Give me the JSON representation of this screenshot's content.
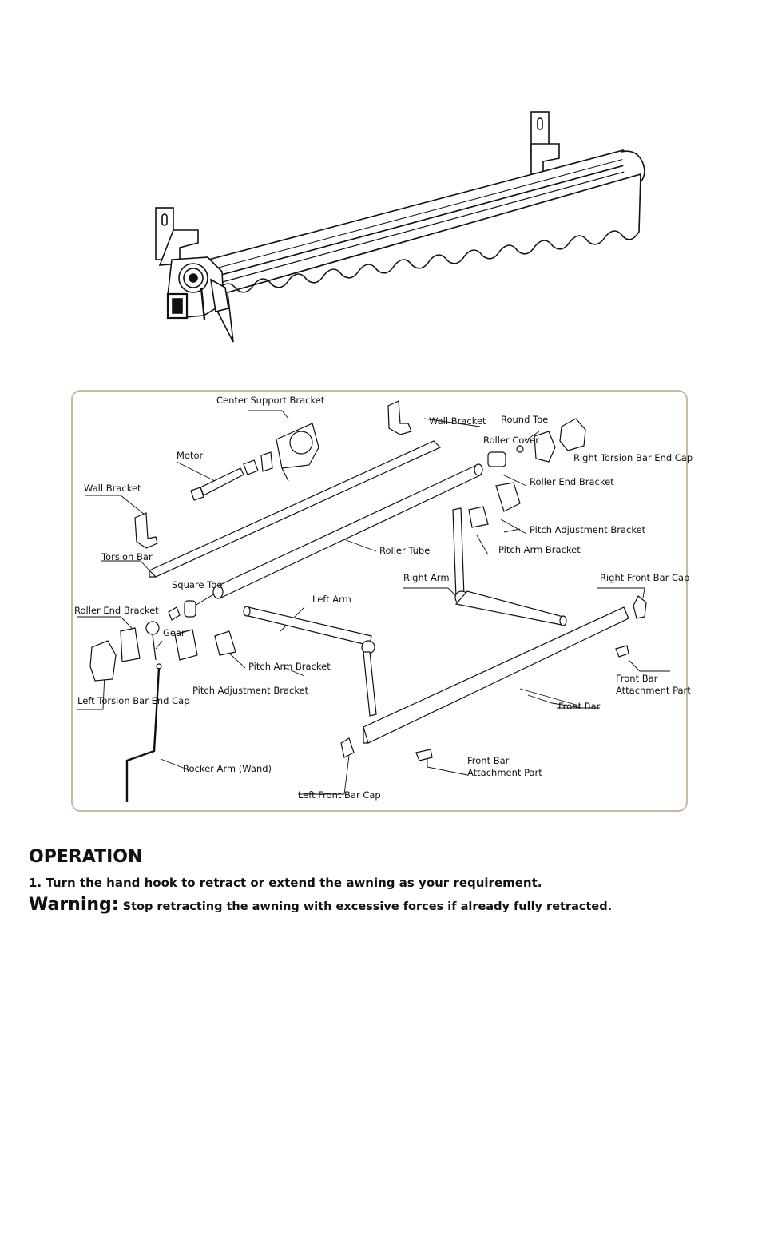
{
  "diagram": {
    "labels": {
      "center_support_bracket": "Center Support Bracket",
      "wall_bracket_top": "Wall Bracket",
      "round_toe": "Round Toe",
      "roller_cover": "Roller Cover",
      "right_torsion_bar_end_cap": "Right Torsion Bar End Cap",
      "motor": "Motor",
      "roller_end_bracket_right": "Roller End Bracket",
      "wall_bracket_left": "Wall Bracket",
      "pitch_adjustment_bracket_right": "Pitch Adjustment Bracket",
      "torsion_bar": "Torsion Bar",
      "roller_tube": "Roller Tube",
      "pitch_arm_bracket_right": "Pitch Arm Bracket",
      "square_toe": "Square Toe",
      "right_arm": "Right Arm",
      "right_front_bar_cap": "Right Front Bar Cap",
      "left_arm": "Left Arm",
      "roller_end_bracket_left": "Roller End Bracket",
      "gear": "Gear",
      "pitch_arm_bracket_left": "Pitch Arm Bracket",
      "front_bar_attachment_part_right_1": "Front Bar",
      "front_bar_attachment_part_right_2": "Attachment Part",
      "pitch_adjustment_bracket_left": "Pitch Adjustment Bracket",
      "left_torsion_bar_end_cap": "Left Torsion Bar End Cap",
      "front_bar": "Front Bar",
      "front_bar_attachment_part_bottom_1": "Front Bar",
      "front_bar_attachment_part_bottom_2": "Attachment Part",
      "rocker_arm": "Rocker Arm (Wand)",
      "left_front_bar_cap": "Left Front Bar Cap"
    }
  },
  "operation": {
    "title": "OPERATION",
    "step1": "1. Turn the hand hook to retract or extend the awning as your requirement.",
    "warning_label": "Warning:",
    "warning_text": " Stop retracting the awning with excessive forces if already fully retracted."
  }
}
